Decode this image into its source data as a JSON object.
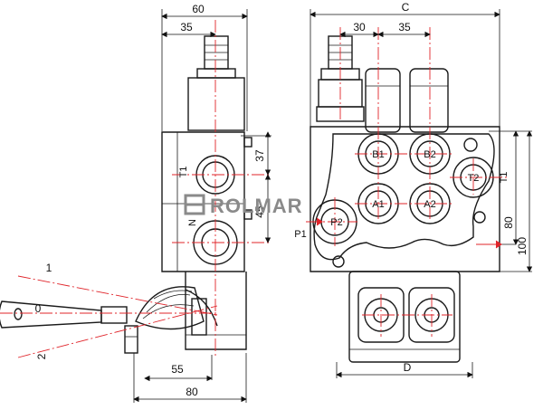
{
  "brand": {
    "name": "ROLMAR"
  },
  "side_view": {
    "dims": {
      "width_60": "60",
      "width_35": "35",
      "h_37": "37",
      "h_45": "45",
      "d_55": "55",
      "d_80": "80"
    },
    "ports": {
      "t1": "T1",
      "n": "N"
    },
    "lever_positions": {
      "pos_0": "0",
      "pos_1": "1",
      "pos_2": "2"
    }
  },
  "front_view": {
    "dims": {
      "c": "C",
      "d": "D",
      "pitch_30": "30",
      "pitch_35": "35",
      "h_80": "80",
      "h_100": "100"
    },
    "ports": {
      "b1": "B1",
      "b2": "B2",
      "a1": "A1",
      "a2": "A2",
      "t2": "T2",
      "p2": "P2",
      "p1": "P1",
      "t1": "T1"
    }
  },
  "colors": {
    "line": "#1a1a1a",
    "centerline": "#e0242a",
    "logo": "#8a8a8a"
  }
}
